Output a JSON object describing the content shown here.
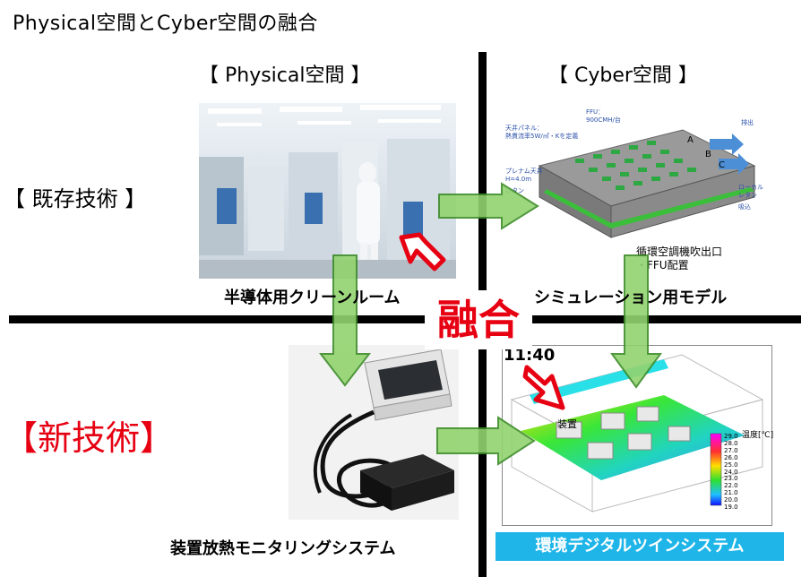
{
  "title": "Physical空間とCyber空間の融合",
  "columns": {
    "physical_label": "【 Physical空間 】",
    "cyber_label": "【 Cyber空間 】"
  },
  "rows": {
    "existing_label": "【 既存技術 】",
    "new_label": "【新技術】"
  },
  "fusion_label": "融合",
  "captions": {
    "cleanroom": "半導体用クリーンルーム",
    "sim_model": "シミュレーション用モデル",
    "monitoring": "装置放熱モニタリングシステム",
    "digital_twin": "環境デジタルツインシステム"
  },
  "sim_annotations": {
    "ceiling": "天井パネル：\n熱貫流率5W/㎡・Kを定義",
    "ffu": "FFU：\n900CMH/台",
    "plenum": "プレナム天井\nH=4.0m",
    "return": "レタン",
    "exhaust": "排出",
    "local_return": "ローカル\nレタン",
    "intake": "吸込",
    "outlet_note": "循環空調機吹出口\n・FFU配置",
    "label_a": "A",
    "label_b": "B",
    "label_c": "C"
  },
  "twin": {
    "time": "11:40",
    "device_label": "装置",
    "legend_title": "温度[℃]",
    "legend_values": [
      "29.0",
      "28.0",
      "27.0",
      "26.0",
      "25.0",
      "24.0",
      "23.0",
      "22.0",
      "21.0",
      "20.0",
      "19.0"
    ]
  },
  "colors": {
    "fusion_red": "#e60012",
    "arrow_green": "#7cc860",
    "caption_cyan": "#1fb5e8"
  }
}
